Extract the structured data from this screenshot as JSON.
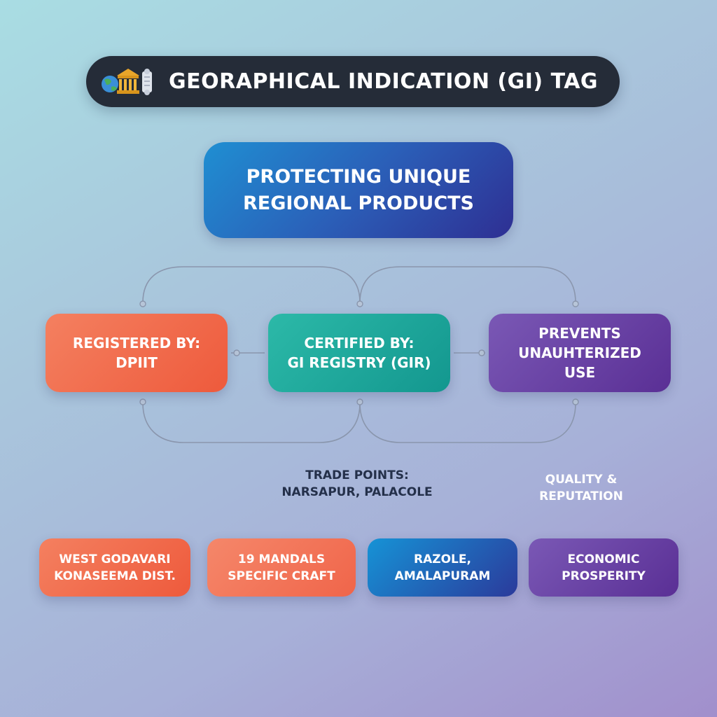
{
  "header": {
    "title": "GEORAPHICAL INDICATION (GI) TAG",
    "icons": [
      "globe-icon",
      "bank-building-icon",
      "scroll-icon"
    ]
  },
  "main": {
    "label": "PROTECTING UNIQUE\nREGIONAL PRODUCTS",
    "color": "#2b5fb8"
  },
  "middle_row": [
    {
      "label": "REGISTERED BY:\nDPIIT",
      "color": "#ee5a3c"
    },
    {
      "label": "CERTIFIED BY:\nGI REGISTRY (GIR)",
      "color": "#13978f"
    },
    {
      "label": "PREVENTS\nUNAUHTERIZED\nUSE",
      "color": "#5a2f95"
    }
  ],
  "labels": {
    "trade_points": "TRADE POINTS:\nNARSAPUR, PALACOLE",
    "quality": "QUALITY &\nREPUTATION"
  },
  "bottom_row": [
    {
      "label": "WEST GODAVARI\nKONASEEMA DIST.",
      "color": "#ee5a3c"
    },
    {
      "label": "19 MANDALS\nSPECIFIC CRAFT",
      "color": "#f06a4c"
    },
    {
      "label": "RAZOLE,\nAMALAPURAM",
      "color": "#2b3a9b"
    },
    {
      "label": "ECONOMIC\nPROSPERITY",
      "color": "#5a2f95"
    }
  ],
  "colors": {
    "title_bar": "#252c38",
    "connector": "#8a96ad",
    "dark_text": "#24304a"
  }
}
